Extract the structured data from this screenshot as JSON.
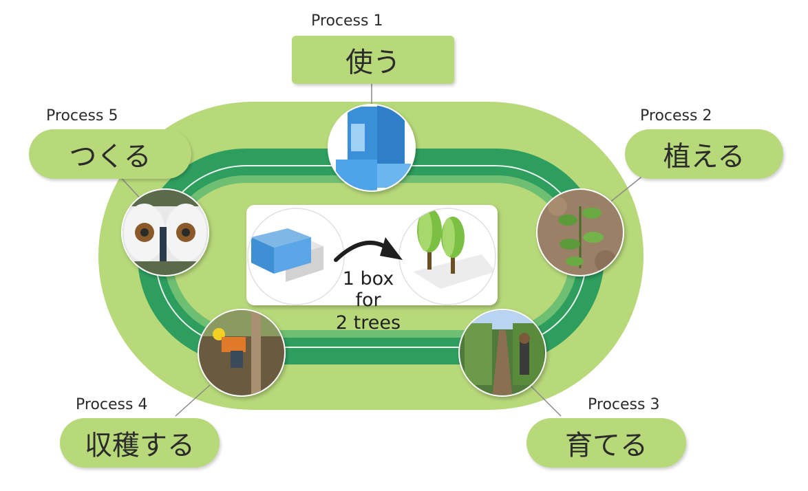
{
  "processes": [
    {
      "label": "Process 1",
      "title": "使う"
    },
    {
      "label": "Process 2",
      "title": "植える"
    },
    {
      "label": "Process 3",
      "title": "育てる"
    },
    {
      "label": "Process 4",
      "title": "収穫する"
    },
    {
      "label": "Process 5",
      "title": "つくる"
    }
  ],
  "center": {
    "line1": "1 box",
    "line2": "for",
    "line3": "2 trees"
  },
  "colors": {
    "outer": "#b7d97a",
    "track": "#2e9e5f",
    "track_lane": "#ffffff",
    "pill": "#b7d97a"
  }
}
